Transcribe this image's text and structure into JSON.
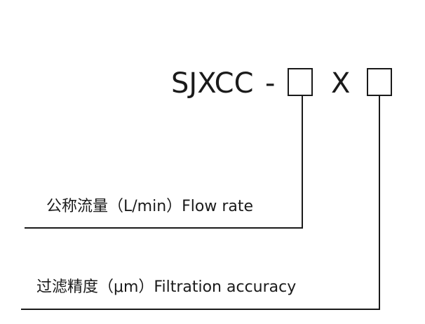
{
  "model": {
    "code": "SJXCC",
    "dash": "-",
    "separator": "X"
  },
  "legend": {
    "flow_rate_label": "公称流量（L/min）Flow rate",
    "accuracy_label": "过滤精度（μm）Filtration accuracy"
  }
}
